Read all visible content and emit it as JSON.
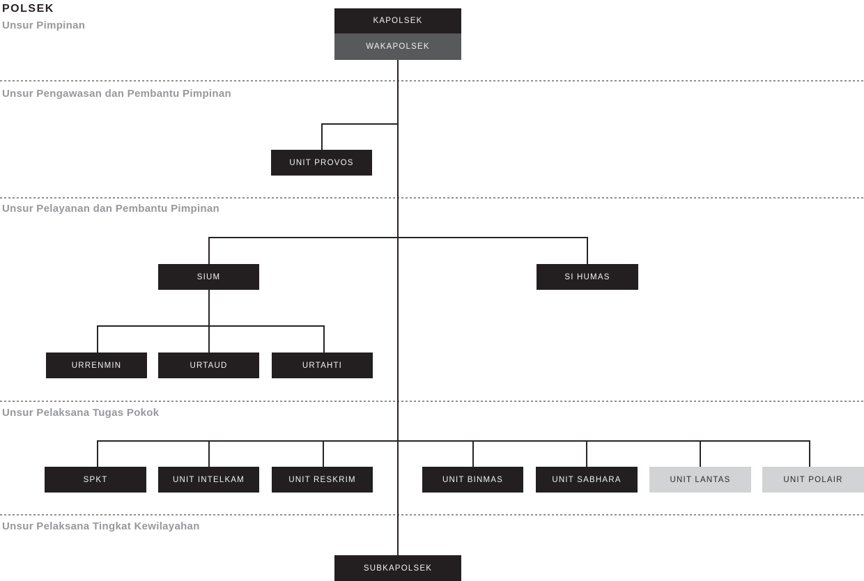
{
  "title": "POLSEK",
  "sections": [
    {
      "label": "Unsur Pimpinan"
    },
    {
      "label": "Unsur Pengawasan dan Pembantu Pimpinan"
    },
    {
      "label": "Unsur Pelayanan dan Pembantu Pimpinan"
    },
    {
      "label": "Unsur Pelaksana Tugas Pokok"
    },
    {
      "label": "Unsur Pelaksana Tingkat Kewilayahan"
    }
  ],
  "nodes": [
    {
      "id": "kapolsek",
      "label": "KAPOLSEK"
    },
    {
      "id": "wakapolsek",
      "label": "WAKAPOLSEK"
    },
    {
      "id": "unit-provos",
      "label": "UNIT PROVOS"
    },
    {
      "id": "sium",
      "label": "SIUM"
    },
    {
      "id": "si-humas",
      "label": "SI HUMAS"
    },
    {
      "id": "urrenmin",
      "label": "URRENMIN"
    },
    {
      "id": "urtaud",
      "label": "URTAUD"
    },
    {
      "id": "urtahti",
      "label": "URTAHTI"
    },
    {
      "id": "spkt",
      "label": "SPKT"
    },
    {
      "id": "unit-intelkam",
      "label": "UNIT INTELKAM"
    },
    {
      "id": "unit-reskrim",
      "label": "UNIT RESKRIM"
    },
    {
      "id": "unit-binmas",
      "label": "UNIT BINMAS"
    },
    {
      "id": "unit-sabhara",
      "label": "UNIT SABHARA"
    },
    {
      "id": "unit-lantas",
      "label": "UNIT LANTAS"
    },
    {
      "id": "unit-polair",
      "label": "UNIT POLAIR"
    },
    {
      "id": "subkapolsek",
      "label": "SUBKAPOLSEK"
    }
  ],
  "colors": {
    "background": "#ffffff",
    "box_dark": "#231f20",
    "box_medium": "#58595b",
    "box_light": "#d1d3d4",
    "box_text_on_dark": "#f1f1f2",
    "box_text_on_light": "#2d2a2b",
    "title_text": "#272223",
    "section_text": "#96989b",
    "connector_line": "#2a2323",
    "divider_dash": "#8f8f8f"
  }
}
